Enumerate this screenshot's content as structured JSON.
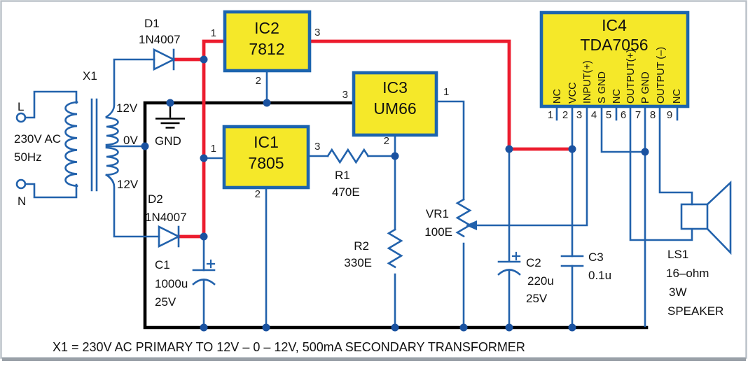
{
  "colors": {
    "wire_blue": "#2262ac",
    "wire_red": "#ec1c2e",
    "wire_black": "#000000",
    "ic_fill": "#f5e829",
    "ic_border": "#1c64ae",
    "dot": "#1a52a0",
    "text": "#111111",
    "frame": "#b9c0c7",
    "frame_bottom": "#9aa1a8",
    "background": "#ffffff"
  },
  "caption": "X1 = 230V AC PRIMARY TO 12V – 0 – 12V, 500mA SECONDARY TRANSFORMER",
  "transformer": {
    "ref": "X1",
    "live": "L",
    "neutral": "N",
    "spec1": "230V AC",
    "spec2": "50Hz",
    "tap_top": "12V",
    "tap_mid": "0V",
    "tap_bottom": "12V"
  },
  "ground": {
    "label": "GND"
  },
  "d1": {
    "ref": "D1",
    "part": "1N4007"
  },
  "d2": {
    "ref": "D2",
    "part": "1N4007"
  },
  "ic1": {
    "ref": "IC1",
    "part": "7805",
    "pin_in": "1",
    "pin_out": "3",
    "pin_gnd": "2"
  },
  "ic2": {
    "ref": "IC2",
    "part": "7812",
    "pin_in": "1",
    "pin_out": "3",
    "pin_gnd": "2"
  },
  "ic3": {
    "ref": "IC3",
    "part": "UM66",
    "pin_left": "3",
    "pin_right": "1",
    "pin_bottom": "2"
  },
  "ic4": {
    "ref": "IC4",
    "part": "TDA7056",
    "pin_numbers": [
      "1",
      "2",
      "3",
      "4",
      "5",
      "6",
      "7",
      "8",
      "9"
    ],
    "pin_labels": [
      "NC",
      "VCC",
      "INPUT(+)",
      "S GND",
      "NC",
      "OUTPUT(+)",
      "P GND",
      "OUTPUT (–)",
      "NC"
    ]
  },
  "r1": {
    "ref": "R1",
    "value": "470E"
  },
  "r2": {
    "ref": "R2",
    "value": "330E"
  },
  "vr1": {
    "ref": "VR1",
    "value": "100E"
  },
  "c1": {
    "ref": "C1",
    "value": "1000u",
    "rating": "25V"
  },
  "c2": {
    "ref": "C2",
    "value": "220u",
    "rating": "25V"
  },
  "c3": {
    "ref": "C3",
    "value": "0.1u"
  },
  "speaker": {
    "ref": "LS1",
    "impedance": "16–ohm",
    "power": "3W",
    "kind": "SPEAKER"
  }
}
